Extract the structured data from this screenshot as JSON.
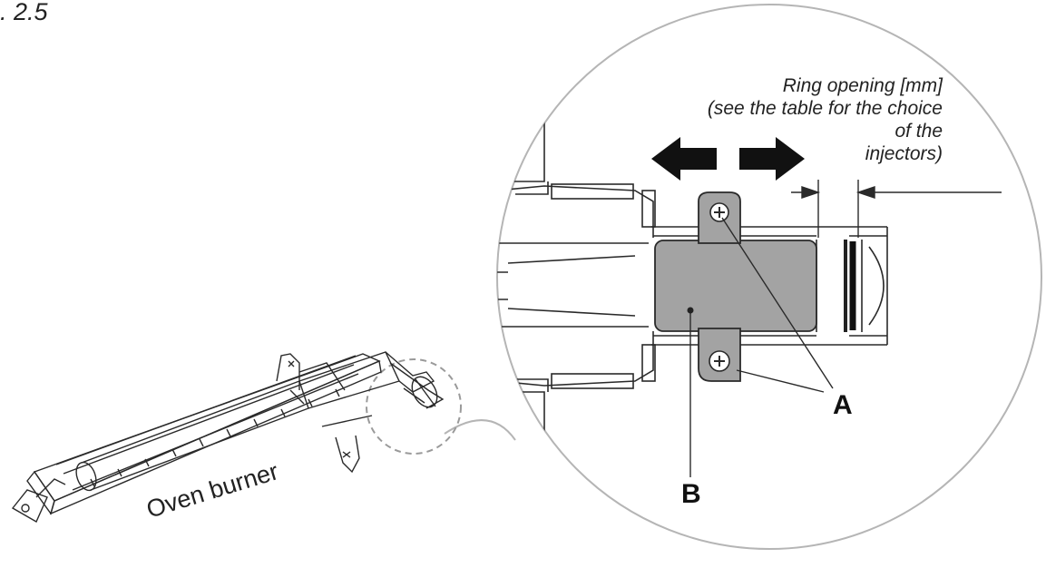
{
  "figure": {
    "label": ". 2.5"
  },
  "dimension_note": {
    "lines": [
      "Ring opening [mm]",
      "(see the table for the choice",
      "of the",
      "injectors)"
    ]
  },
  "callouts": {
    "a": "A",
    "b": "B"
  },
  "burner_label": "Oven burner",
  "colors": {
    "line": "#2a2a2a",
    "sleeve_fill": "#a3a3a3",
    "circle_stroke": "#b0b0b0",
    "arrow_fill": "#111111"
  }
}
